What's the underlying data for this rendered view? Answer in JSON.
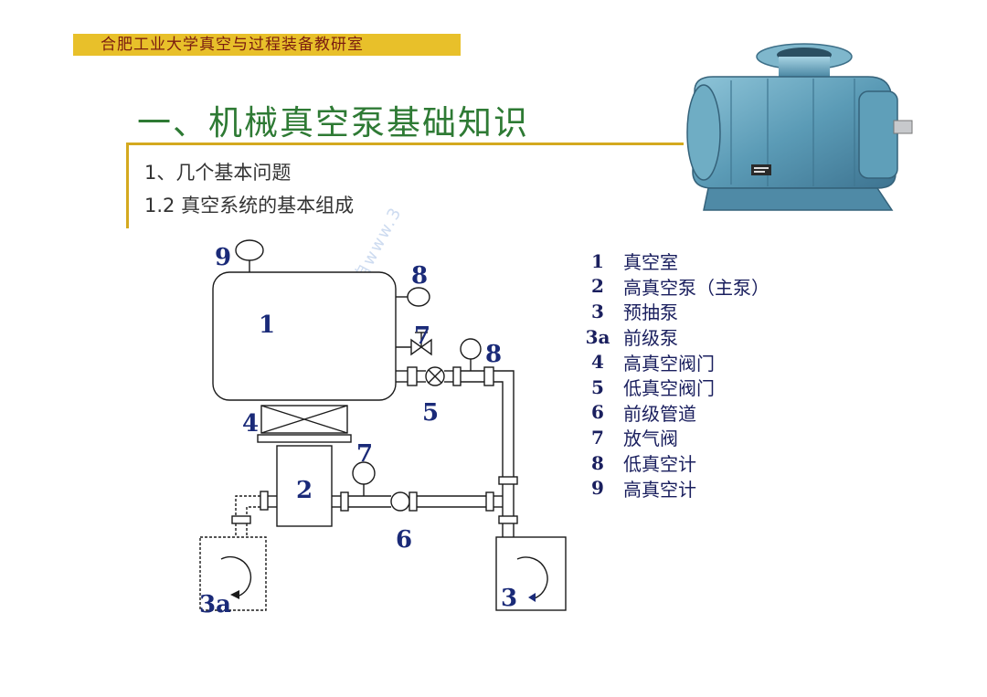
{
  "banner": {
    "text": "合肥工业大学真空与过程装备教研室"
  },
  "title": "一、机械真空泵基础知识",
  "subtitles": [
    "1、几个基本问题",
    "1.2  真空系统的基本组成"
  ],
  "diagram_labels": {
    "chamber": "1",
    "high_vacuum_pump": "2",
    "roughing_pump": "3",
    "backing_pump": "3a",
    "high_vacuum_valve": "4",
    "low_vacuum_valve": "5",
    "foreline": "6",
    "vent_valve_upper": "7",
    "vent_valve_lower": "7",
    "low_vacuum_gauge_upper": "8",
    "low_vacuum_gauge_lower": "8",
    "high_vacuum_gauge": "9"
  },
  "legend": [
    {
      "num": "1",
      "text": "真空室"
    },
    {
      "num": "2",
      "text": "高真空泵（主泵）"
    },
    {
      "num": "3",
      "text": "预抽泵"
    },
    {
      "num": "3a",
      "text": "前级泵"
    },
    {
      "num": "4",
      "text": "高真空阀门"
    },
    {
      "num": "5",
      "text": "低真空阀门"
    },
    {
      "num": "6",
      "text": "前级管道"
    },
    {
      "num": "7",
      "text": "放气阀"
    },
    {
      "num": "8",
      "text": "低真空计"
    },
    {
      "num": "9",
      "text": "高真空计"
    }
  ],
  "watermark": "自www.3",
  "colors": {
    "banner_bg": "#e8c02a",
    "banner_text": "#7a1c10",
    "title": "#2e7a34",
    "rule": "#d4a91f",
    "diagram_text": "#1a2a78",
    "pump_body": "#5b9bb6"
  }
}
